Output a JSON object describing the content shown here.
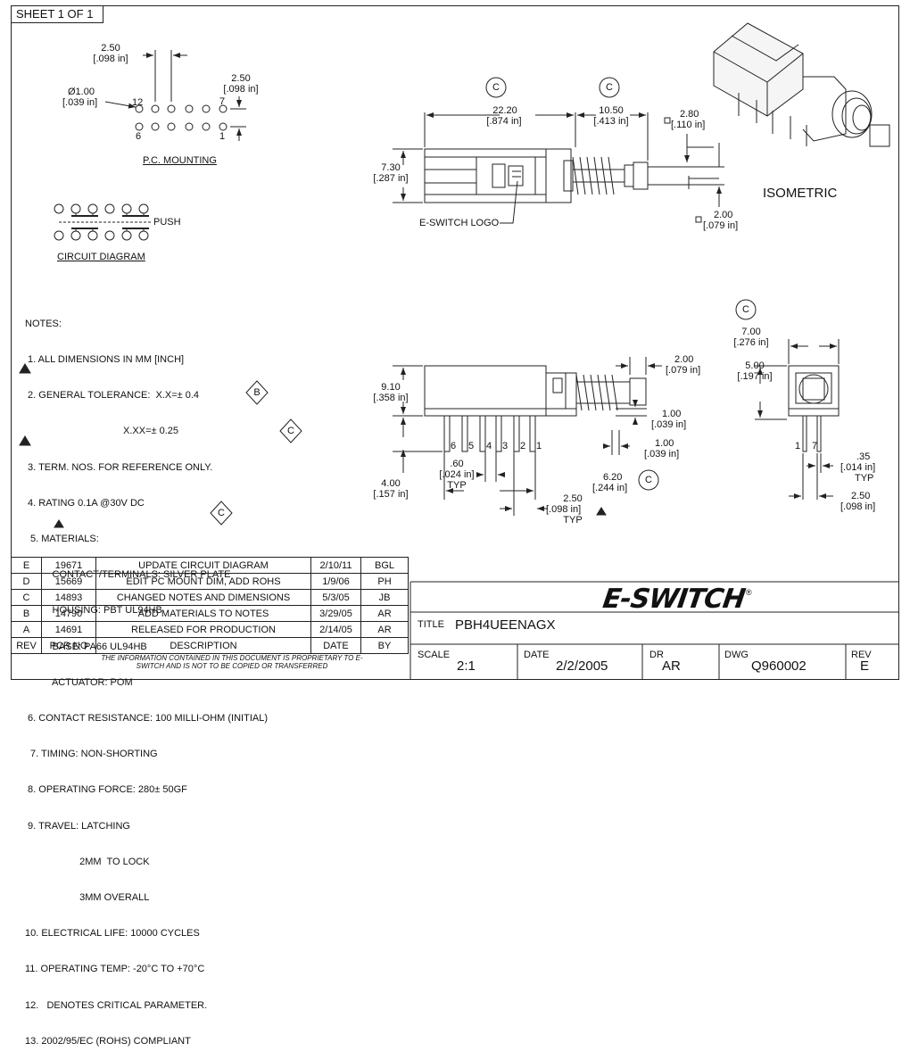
{
  "sheet": "SHEET 1 OF 1",
  "pc_mounting": {
    "dim_pitch_mm": "2.50",
    "dim_pitch_in": "[.098 in]",
    "dim_row_mm": "2.50",
    "dim_row_in": "[.098 in]",
    "hole_mm": "Ø1.00",
    "hole_in": "[.039 in]",
    "pin_12": "12",
    "pin_7": "7",
    "pin_6": "6",
    "pin_1": "1",
    "title": "P.C. MOUNTING"
  },
  "circuit": {
    "push_label": "PUSH",
    "title": "CIRCUIT DIAGRAM"
  },
  "side_top": {
    "len_mm": "22.20",
    "len_in": "[.874 in]",
    "act_mm": "10.50",
    "act_in": "[.413 in]",
    "sq1_mm": "2.80",
    "sq1_in": "[.110 in]",
    "h_mm": "7.30",
    "h_in": "[.287 in]",
    "sq2_mm": "2.00",
    "sq2_in": "[.079 in]",
    "logo_label": "E-SWITCH LOGO",
    "rev_c1": "C",
    "rev_c2": "C"
  },
  "isometric": "ISOMETRIC",
  "side_bottom": {
    "h_mm": "9.10",
    "h_in": "[.358 in]",
    "leg_mm": "4.00",
    "leg_in": "[.157 in]",
    "act_mm": "2.00",
    "act_in": "[.079 in]",
    "t1_mm": "1.00",
    "t1_in": "[.039 in]",
    "t2_mm": "1.00",
    "t2_in": "[.039 in]",
    "pin_w_mm": ".60",
    "pin_w_in": "[.024 in]",
    "pin_w_typ": "TYP",
    "span_mm": "6.20",
    "span_in": "[.244 in]",
    "pitch_mm": "2.50",
    "pitch_in": "[.098 in]",
    "pitch_typ": "TYP",
    "pins": [
      "6",
      "5",
      "4",
      "3",
      "2",
      "1"
    ],
    "rev_c": "C"
  },
  "front": {
    "w_mm": "7.00",
    "w_in": "[.276 in]",
    "inner_mm": "5.00",
    "inner_in": "[.197 in]",
    "pin_t_mm": ".35",
    "pin_t_in": "[.014 in]",
    "pin_t_typ": "TYP",
    "pitch_mm": "2.50",
    "pitch_in": "[.098 in]",
    "pin_1": "1",
    "pin_7": "7",
    "rev_c": "C"
  },
  "notes": [
    "NOTES:",
    " 1. ALL DIMENSIONS IN MM [INCH]",
    " 2. GENERAL TOLERANCE:  X.X=± 0.4",
    "                                    X.XX=± 0.25",
    " 3. TERM. NOS. FOR REFERENCE ONLY.",
    " 4. RATING 0.1A @30V DC",
    "5. MATERIALS:",
    "          CONTACT/TERMINALS: SILVER PLATE",
    "          HOUSING: PBT UL94HB",
    "          BASE: PA66 UL94HB",
    "          ACTUATOR: POM",
    " 6. CONTACT RESISTANCE: 100 MILLI-OHM (INITIAL)",
    "7. TIMING: NON-SHORTING",
    " 8. OPERATING FORCE: 280± 50GF",
    " 9. TRAVEL: LATCHING",
    "                    2MM  TO LOCK",
    "                    3MM OVERALL",
    "10. ELECTRICAL LIFE: 10000 CYCLES",
    "11. OPERATING TEMP: -20°C TO +70°C",
    "12.   DENOTES CRITICAL PARAMETER.",
    "13. 2002/95/EC (ROHS) COMPLIANT"
  ],
  "notes_rev_b": "B",
  "notes_rev_c6": "C",
  "notes_rev_c11": "C",
  "revisions": {
    "rows": [
      [
        "E",
        "19671",
        "UPDATE CIRCUIT DIAGRAM",
        "2/10/11",
        "BGL"
      ],
      [
        "D",
        "15669",
        "EDIT PC MOUNT DIM, ADD ROHS",
        "1/9/06",
        "PH"
      ],
      [
        "C",
        "14893",
        "CHANGED NOTES AND DIMENSIONS",
        "5/3/05",
        "JB"
      ],
      [
        "B",
        "14790",
        "ADD MATERIALS TO NOTES",
        "3/29/05",
        "AR"
      ],
      [
        "A",
        "14691",
        "RELEASED FOR PRODUCTION",
        "2/14/05",
        "AR"
      ]
    ],
    "header": [
      "REV",
      "PCR NO",
      "DESCRIPTION",
      "DATE",
      "BY"
    ]
  },
  "proprietary": "THE INFORMATION CONTAINED IN THIS DOCUMENT IS PROPRIETARY TO E-SWITCH AND IS NOT TO BE COPIED OR TRANSFERRED",
  "titleblock": {
    "logo": "E-SWITCH",
    "logo_mark": "®",
    "title_label": "TITLE",
    "title": "PBH4UEENAGX",
    "scale_label": "SCALE",
    "scale": "2:1",
    "date_label": "DATE",
    "date": "2/2/2005",
    "dr_label": "DR",
    "dr": "AR",
    "dwg_label": "DWG",
    "dwg": "Q960002",
    "rev_label": "REV",
    "rev": "E"
  }
}
